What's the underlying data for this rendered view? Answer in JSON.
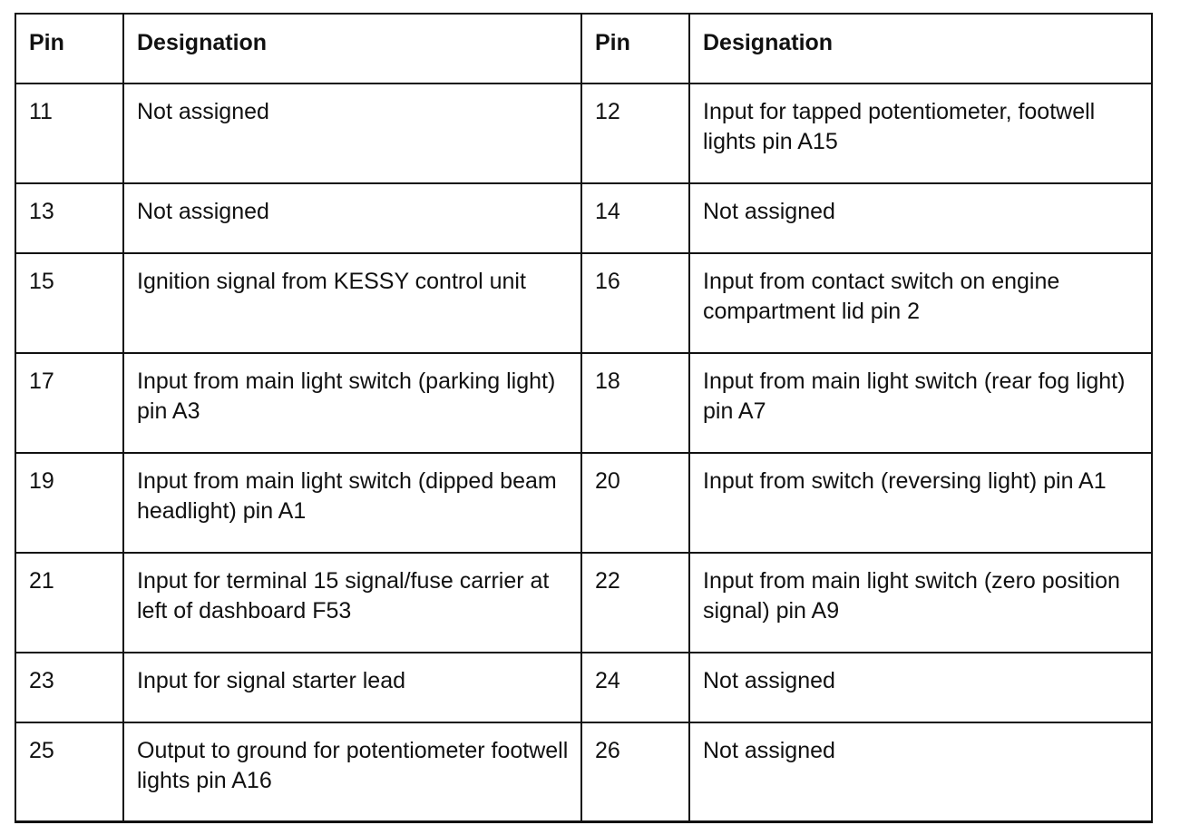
{
  "table": {
    "headers": [
      "Pin",
      "Designation",
      "Pin",
      "Designation"
    ],
    "rows": [
      {
        "pin_left": "11",
        "designation_left": "Not assigned",
        "pin_right": "12",
        "designation_right": "Input for tapped potentiometer, footwell lights pin A15"
      },
      {
        "pin_left": "13",
        "designation_left": "Not assigned",
        "pin_right": "14",
        "designation_right": "Not assigned"
      },
      {
        "pin_left": "15",
        "designation_left": "Ignition signal from KESSY control unit",
        "pin_right": "16",
        "designation_right": "Input from contact switch on engine compartment lid pin 2"
      },
      {
        "pin_left": "17",
        "designation_left": "Input from main light switch (parking light) pin A3",
        "pin_right": "18",
        "designation_right": "Input from main light switch (rear fog light) pin A7"
      },
      {
        "pin_left": "19",
        "designation_left": "Input from main light switch (dipped beam headlight) pin A1",
        "pin_right": "20",
        "designation_right": "Input from switch (reversing light) pin A1"
      },
      {
        "pin_left": "21",
        "designation_left": "Input for terminal 15 signal/fuse carrier at left of dashboard F53",
        "pin_right": "22",
        "designation_right": "Input from main light switch (zero position signal) pin A9"
      },
      {
        "pin_left": "23",
        "designation_left": "Input for signal starter lead",
        "pin_right": "24",
        "designation_right": "Not assigned"
      },
      {
        "pin_left": "25",
        "designation_left": "Output to ground for potentiometer footwell lights pin A16",
        "pin_right": "26",
        "designation_right": "Not assigned"
      }
    ]
  }
}
